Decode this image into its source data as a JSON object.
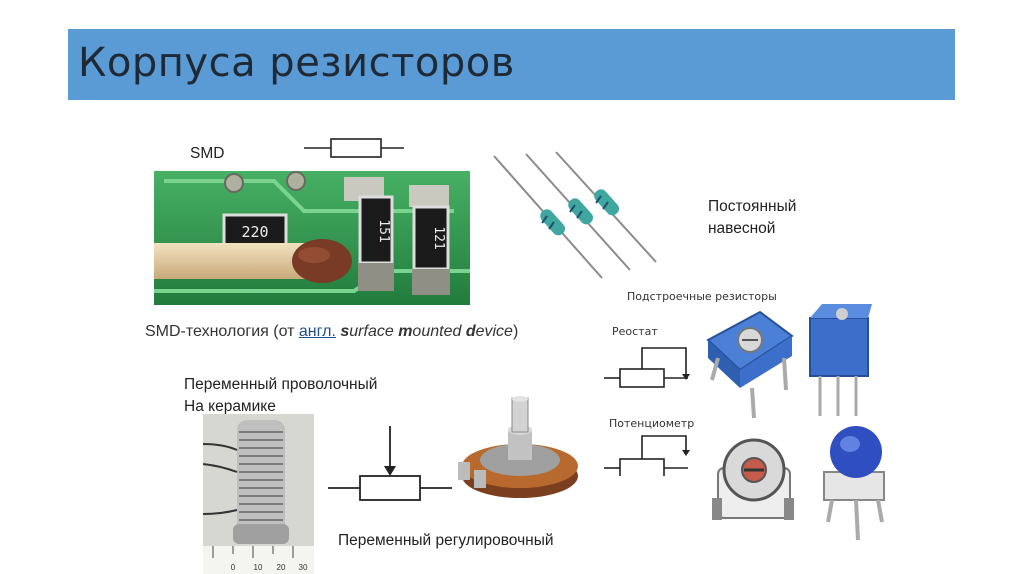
{
  "slide": {
    "title": "Корпуса резисторов"
  },
  "labels": {
    "smd": "SMD",
    "fixed_line1": "Постоянный",
    "fixed_line2": "навесной",
    "trimmer_title": "Подстроечные резисторы",
    "rheostat": "Реостат",
    "potentiometer": "Потенциометр",
    "wirewound_line1": "Переменный проволочный",
    "wirewound_line2": "На керамике",
    "adjustable": "Переменный регулировочный"
  },
  "smd_caption": {
    "prefix": "SMD-технология (от ",
    "link": "англ.",
    "space": " ",
    "w1_bold": "s",
    "w1_rest": "urface ",
    "w2_bold": "m",
    "w2_rest": "ounted ",
    "w3_bold": "d",
    "w3_rest": "evice",
    "suffix": ")"
  },
  "pcb_markings": {
    "r1": "220",
    "r2": "151",
    "r3": "121"
  },
  "ruler_marks": [
    "0",
    "10",
    "20",
    "30"
  ],
  "colors": {
    "title_bar": "#5b9bd5",
    "pcb_green": "#2f9e4f",
    "trimmer_blue": "#3b6fc9"
  }
}
